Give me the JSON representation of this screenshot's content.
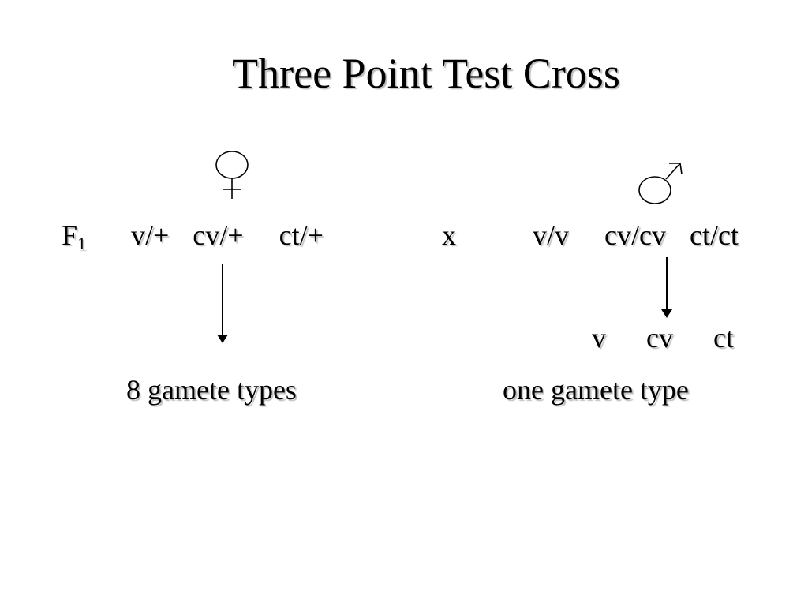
{
  "slide": {
    "title": "Three Point Test Cross",
    "female_symbol_icon": "female-symbol-icon",
    "male_symbol_icon": "male-symbol-icon",
    "generation": "F",
    "generation_sub": "1",
    "female_genotype": "v/+  cv/+   ct/+",
    "cross_symbol": "x",
    "male_genotype": "v/v   cv/cv  ct/ct",
    "male_gamete": "v   cv   ct",
    "female_result": "8 gamete types",
    "male_result": "one gamete type"
  }
}
